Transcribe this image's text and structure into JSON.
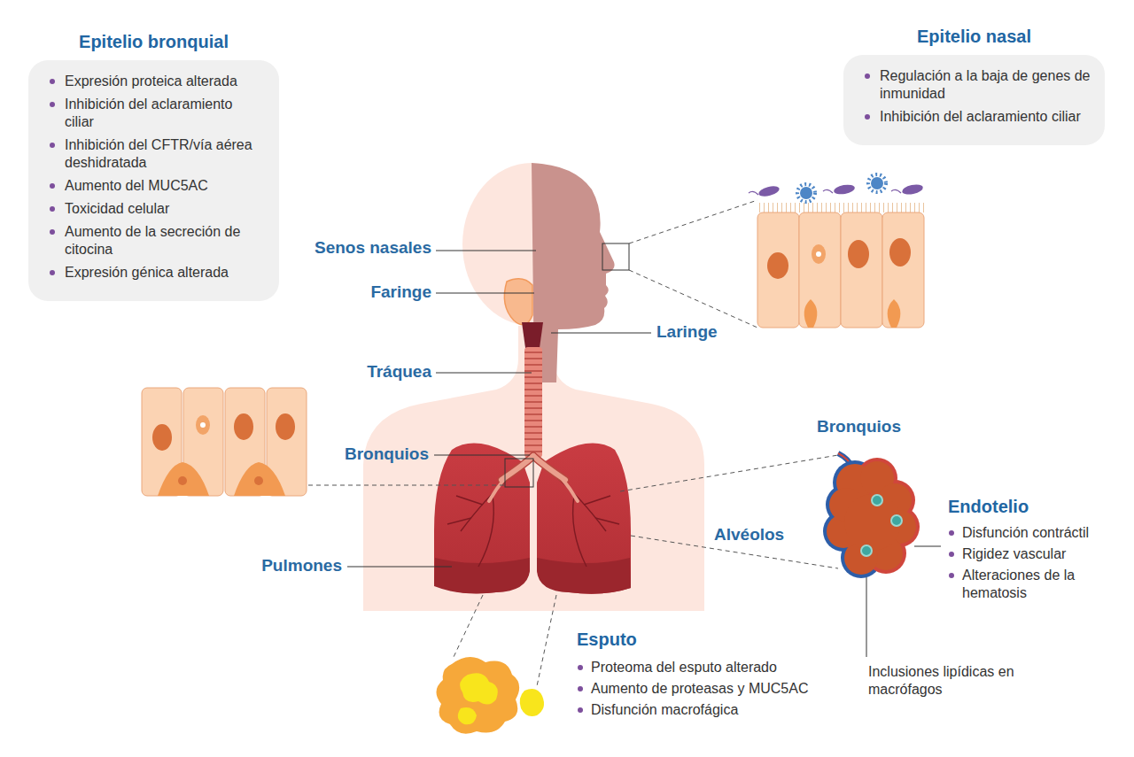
{
  "diagram": {
    "nodes": [
      {
        "text": [
          "Epitelio bronquial",
          "Expresión proteica alterada",
          "Inhibición del aclaramiento ciliar",
          "Inhibición del CFTR/vía aérea deshidratada",
          "Aumento del MUC5AC",
          "Toxicidad celular",
          "Aumento de la secreción de citocina",
          "Expresión génica alterada"
        ]
      },
      {
        "text": [
          "Epitelio nasal",
          "Regulación a la baja de genes de inmunidad",
          "Inhibición del aclaramiento ciliar"
        ]
      }
    ],
    "labels": [
      "Senos nasales",
      "Faringe",
      "Laringe",
      "Tráquea",
      "Bronquios",
      "Pulmones",
      "Bronquios",
      "Alvéolos",
      "Endotelio",
      "Disfunción contráctil",
      "Rigidez vascular",
      "Alteraciones de la hematosis",
      "Inclusiones lipídicas en macrófagos",
      "Esputo",
      "Proteoma del esputo alterado",
      "Aumento de proteasas y MUC5AC",
      "Disfunción macrofágica"
    ]
  }
}
